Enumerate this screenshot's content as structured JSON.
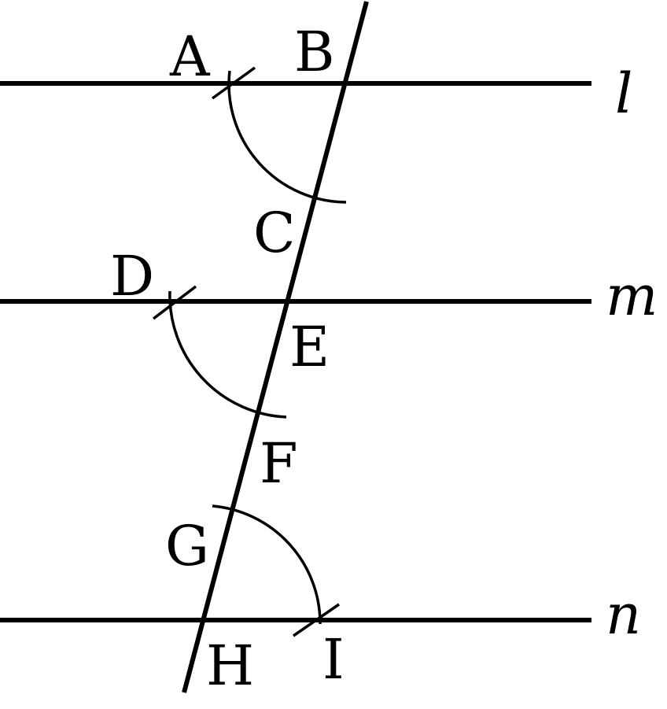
{
  "diagram": {
    "lines": [
      {
        "id": "l",
        "label": "l"
      },
      {
        "id": "m",
        "label": "m"
      },
      {
        "id": "n",
        "label": "n"
      }
    ],
    "points": [
      {
        "id": "A",
        "label": "A"
      },
      {
        "id": "B",
        "label": "B"
      },
      {
        "id": "C",
        "label": "C"
      },
      {
        "id": "D",
        "label": "D"
      },
      {
        "id": "E",
        "label": "E"
      },
      {
        "id": "F",
        "label": "F"
      },
      {
        "id": "G",
        "label": "G"
      },
      {
        "id": "H",
        "label": "H"
      },
      {
        "id": "I",
        "label": "I"
      }
    ]
  }
}
